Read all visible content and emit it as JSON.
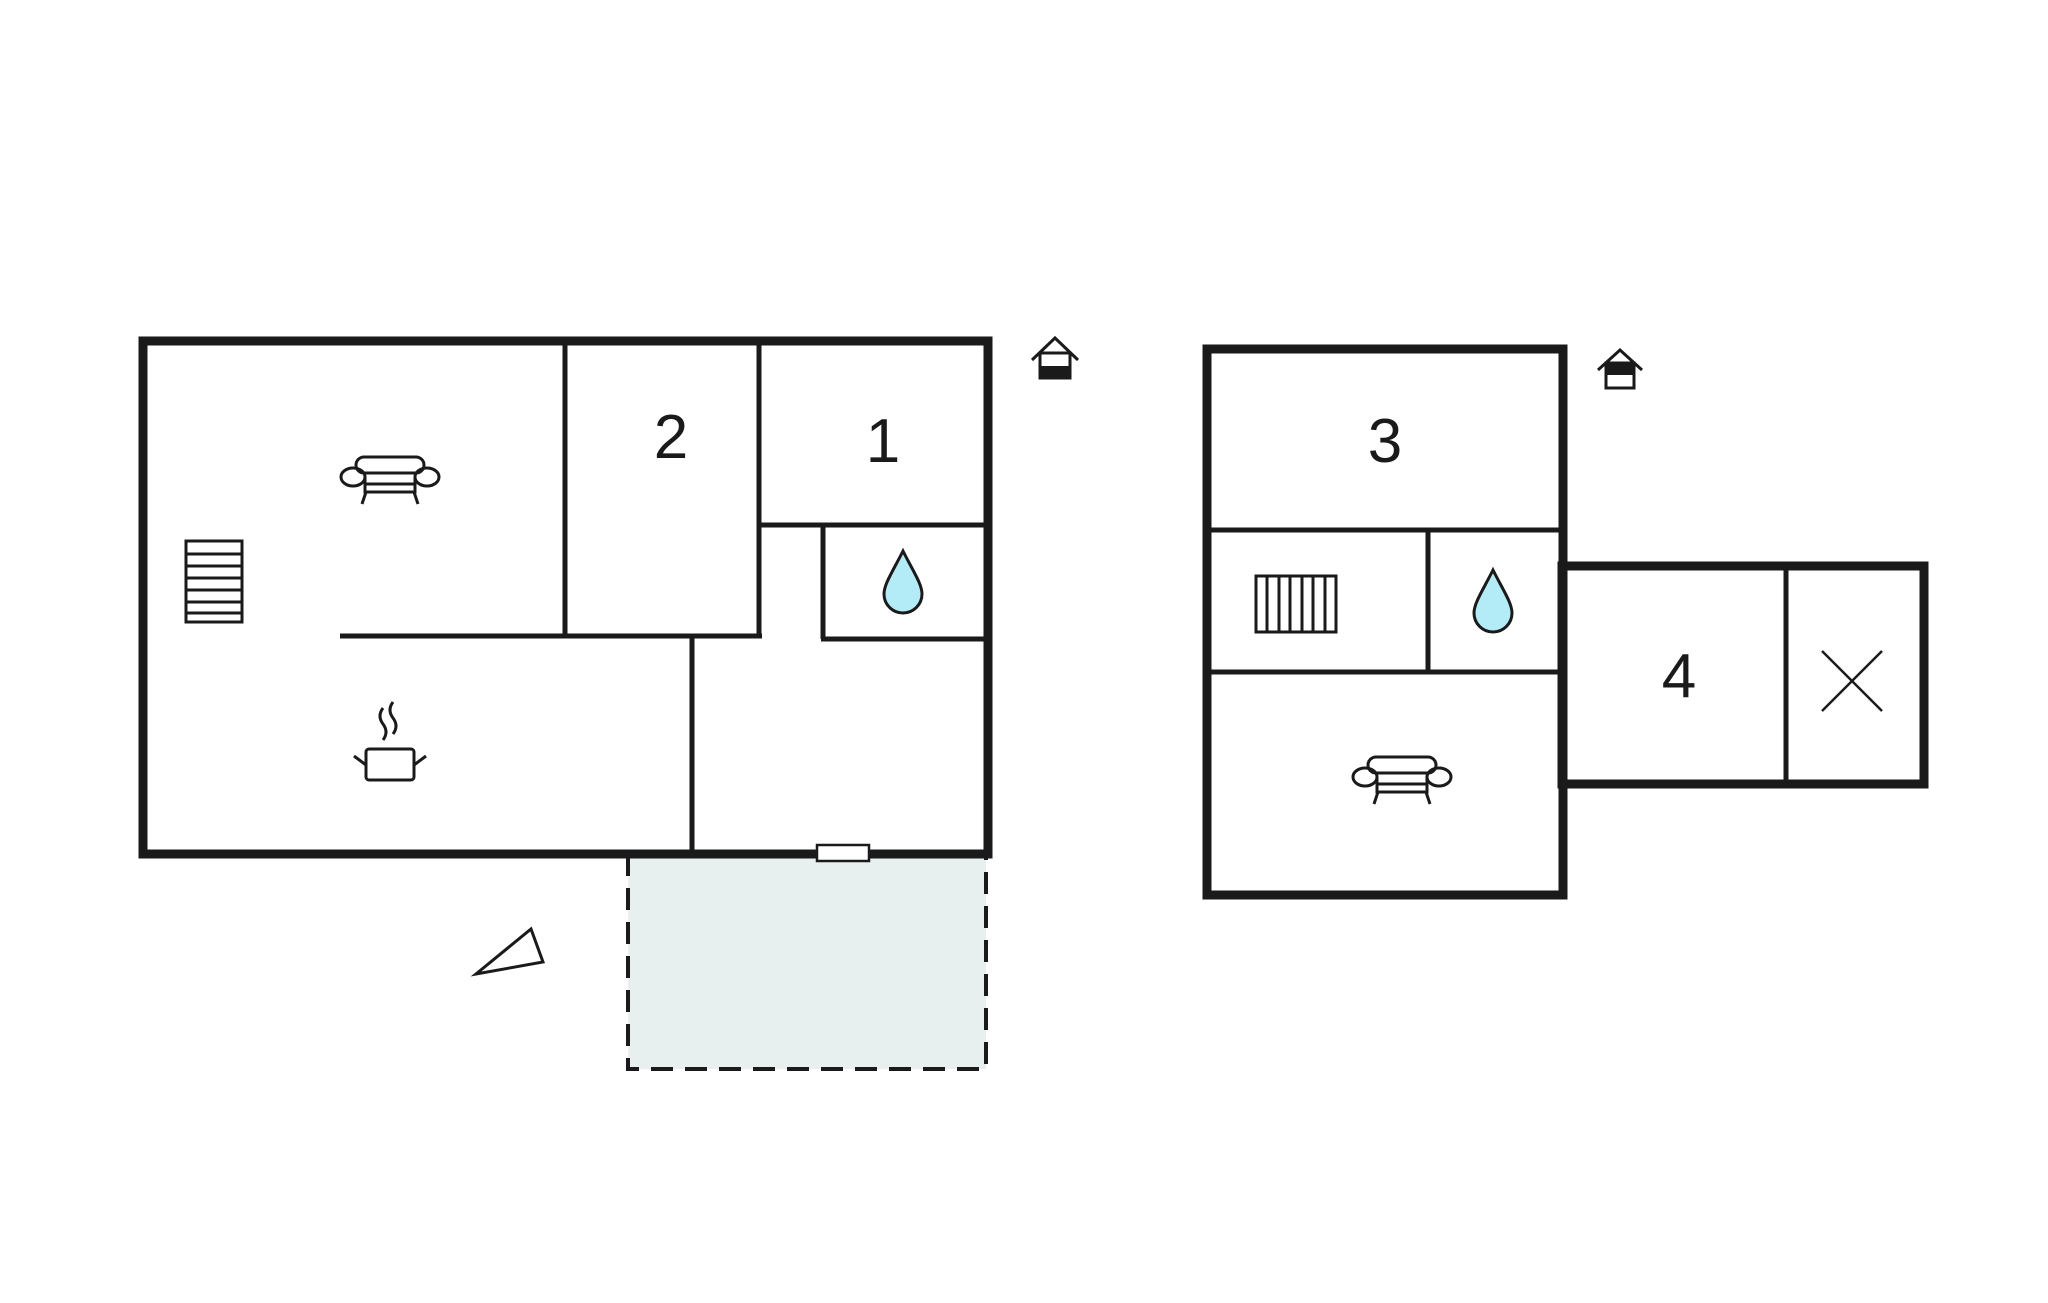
{
  "rooms": {
    "r1": "1",
    "r2": "2",
    "r3": "3",
    "r4": "4"
  },
  "colors": {
    "wall": "#1a1a1a",
    "terrace": "#e8efef",
    "water": "#b3ecf7"
  },
  "icons": [
    "living-room-sofa-icon",
    "kitchen-pot-icon",
    "stairs-icon",
    "bathroom-water-drop-icon",
    "floor-level-house-icon",
    "void-cross-icon",
    "north-arrow-icon"
  ]
}
